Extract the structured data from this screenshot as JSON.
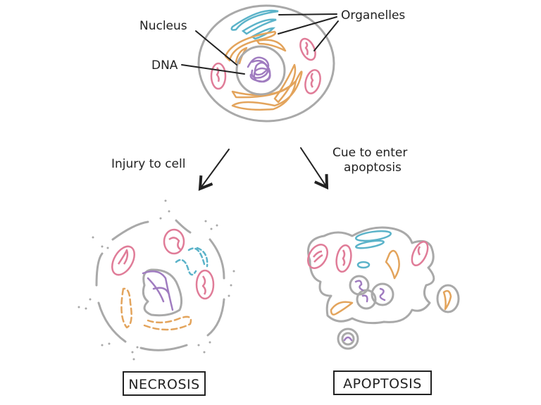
{
  "labels": {
    "nucleus": "Nucleus",
    "dna": "DNA",
    "organelles": "Organelles",
    "injury": "Injury to cell",
    "cue_line1": "Cue to enter",
    "cue_line2": "apoptosis",
    "necrosis": "NECROSIS",
    "apoptosis": "APOPTOSIS"
  },
  "colors": {
    "membrane": "#a9a9a9",
    "er": "#e3a45c",
    "golgi": "#5bb3c9",
    "mitochondria": "#e07c98",
    "dna": "#a07cc0"
  },
  "arrows": [
    {
      "from": "healthy-cell",
      "to": "necrosis",
      "label": "Injury to cell"
    },
    {
      "from": "healthy-cell",
      "to": "apoptosis",
      "label": "Cue to enter apoptosis"
    }
  ]
}
